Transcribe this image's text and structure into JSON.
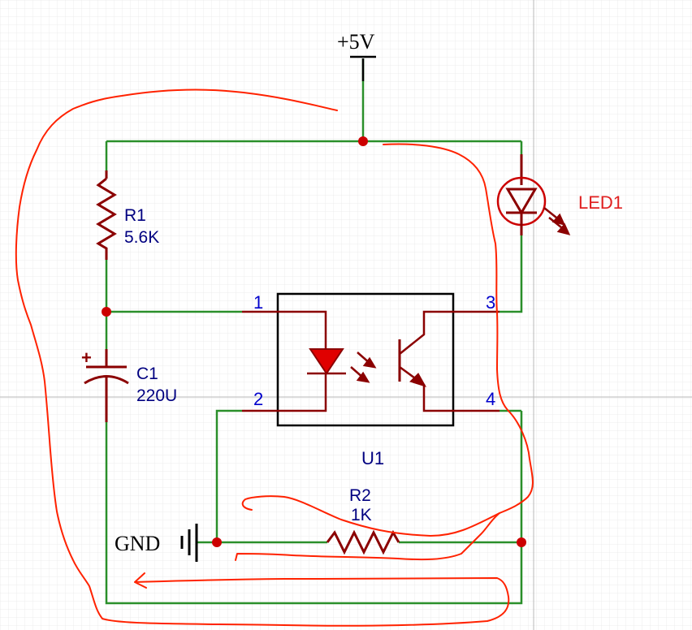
{
  "power": {
    "label": "+5V"
  },
  "ground": {
    "label": "GND"
  },
  "r1": {
    "ref": "R1",
    "value": "5.6K"
  },
  "c1": {
    "ref": "C1",
    "value": "220U",
    "polarity": "+"
  },
  "r2": {
    "ref": "R2",
    "value": "1K"
  },
  "led1": {
    "ref": "LED1"
  },
  "u1": {
    "ref": "U1",
    "pins": [
      "1",
      "2",
      "3",
      "4"
    ]
  },
  "colors": {
    "wire": "#2a8f2a",
    "component": "#8b0000",
    "junction": "#cc0000",
    "pin_label": "#0000cc",
    "annotation": "#ff2200",
    "grid": "#e4e4e4"
  }
}
